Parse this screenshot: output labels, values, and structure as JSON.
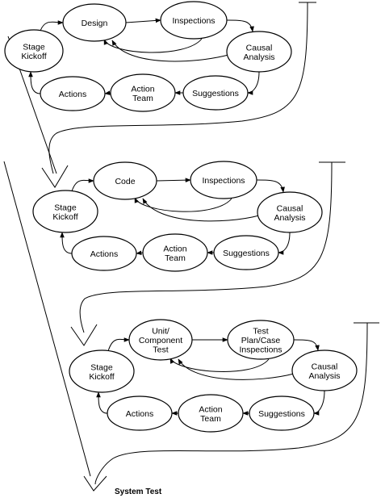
{
  "colors": {
    "line": "#000000",
    "fill": "#ffffff"
  },
  "stages": [
    {
      "kickoff": "Stage\nKickoff",
      "work": "Design",
      "inspections": "Inspections",
      "causal_analysis": "Causal\nAnalysis",
      "suggestions": "Suggestions",
      "action_team": "Action\nTeam",
      "actions": "Actions"
    },
    {
      "kickoff": "Stage\nKickoff",
      "work": "Code",
      "inspections": "Inspections",
      "causal_analysis": "Causal\nAnalysis",
      "suggestions": "Suggestions",
      "action_team": "Action\nTeam",
      "actions": "Actions"
    },
    {
      "kickoff": "Stage\nKickoff",
      "work": "Unit/\nComponent\nTest",
      "inspections": "Test\nPlan/Case\nInspections",
      "causal_analysis": "Causal\nAnalysis",
      "suggestions": "Suggestions",
      "action_team": "Action\nTeam",
      "actions": "Actions"
    }
  ],
  "final_label": "System Test"
}
